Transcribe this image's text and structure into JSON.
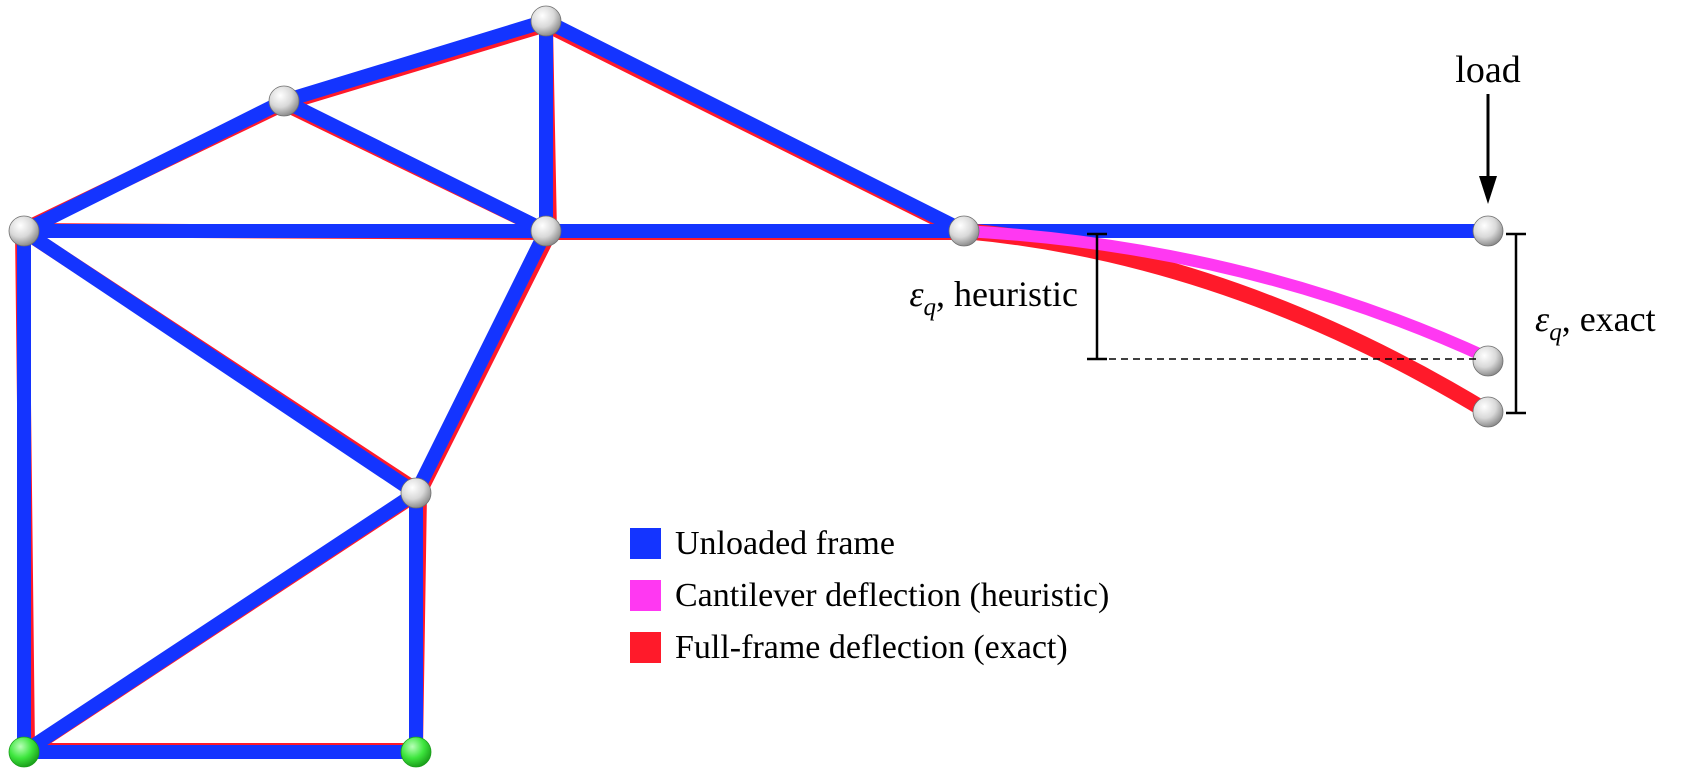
{
  "colors": {
    "unloaded": "#1434ff",
    "heuristic": "#ff38f2",
    "exact": "#ff1a2a",
    "support_node": "#3ee63e",
    "node": "#e6e6e6",
    "annotation": "#000000"
  },
  "labels": {
    "load": "load",
    "eps_symbol": "ε",
    "eps_subscript": "q",
    "heuristic_suffix": ", heuristic",
    "exact_suffix": ", exact"
  },
  "legend": {
    "items": [
      {
        "key": "unloaded",
        "label": "Unloaded frame"
      },
      {
        "key": "heuristic",
        "label": "Cantilever deflection (heuristic)"
      },
      {
        "key": "exact",
        "label": "Full-frame deflection (exact)"
      }
    ]
  },
  "icons": {
    "load_arrow": "arrow-down-icon",
    "node": "sphere-icon"
  }
}
